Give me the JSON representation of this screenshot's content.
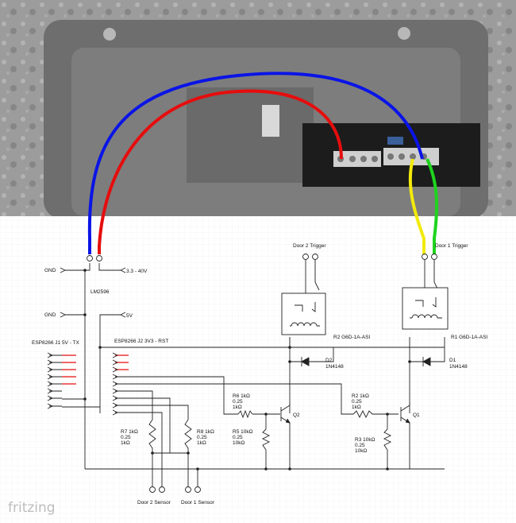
{
  "labels": {
    "gnd_top": "GND",
    "vin": "3.3 - 40V",
    "lm2596": "LM2596",
    "gnd_mid": "GND",
    "v5": "5V",
    "esp_j1": "ESP8266 J1 5V - TX",
    "esp_j2": "ESP8266 J2 3V3 - RST",
    "door2_trigger": "Door 2 Trigger",
    "door1_trigger": "Door 1 Trigger",
    "r2_relay": "R2 G6D-1A-ASI",
    "r1_relay": "R1 G6D-1A-ASI",
    "d2_name": "D2",
    "d2_part": "1N4148",
    "d1_name": "D1",
    "d1_part": "1N4148",
    "r6_name": "R6 1kΩ",
    "r6_w": "0.25",
    "r6_v": "1kΩ",
    "r2_name": "R2 1kΩ",
    "r2_w": "0.25",
    "r2_v": "1kΩ",
    "q2": "Q2",
    "q1": "Q1",
    "r5_name": "R5 10kΩ",
    "r5_w": "0.25",
    "r5_v": "10kΩ",
    "r3_name": "R3 10kΩ",
    "r3_w": "0.25",
    "r3_v": "10kΩ",
    "r7_name": "R7 1kΩ",
    "r7_w": "0.25",
    "r7_v": "1kΩ",
    "r8_name": "R8 1kΩ",
    "r8_w": "0.25",
    "r8_v": "1kΩ",
    "door2_sensor": "Door 2 Sensor",
    "door1_sensor": "Door 1 Sensor"
  },
  "watermark": "fritzing",
  "colors": {
    "wire_blue": "#0a14e6",
    "wire_red": "#e60d0d",
    "wire_yellow": "#f2ea0c",
    "wire_green": "#1ed41e",
    "photo_bg": "#8c8c8c"
  }
}
